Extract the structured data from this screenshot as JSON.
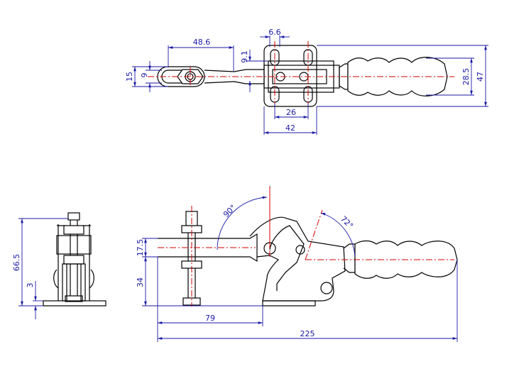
{
  "dimensions": {
    "top_len_48_6": "48.6",
    "top_gap_6_6": "6.6",
    "top_9_1": "9.1",
    "top_15": "15",
    "top_9": "9",
    "top_26": "26",
    "top_42": "42",
    "top_28_5": "28.5",
    "top_47": "47",
    "angle_90": "90°",
    "angle_72": "72°",
    "side_66_5": "66.5",
    "side_3": "3",
    "front_17_5": "17.5",
    "front_34": "34",
    "front_79": "79",
    "front_225": "225"
  },
  "colors": {
    "dimension": "#1a1aa6",
    "centerline": "#d40000",
    "outline": "#000000"
  }
}
